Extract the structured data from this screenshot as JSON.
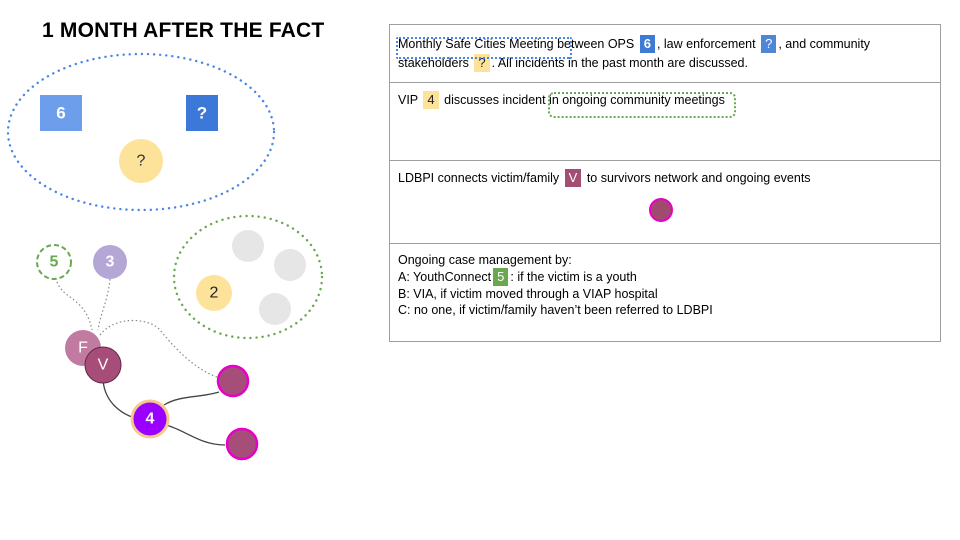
{
  "title": "1 MONTH AFTER THE FACT",
  "diagram": {
    "nodes": {
      "ops": "6",
      "law": "?",
      "stakeholder": "?",
      "youthconnect": "5",
      "node3": "3",
      "node2": "2",
      "family": "F",
      "victim": "V",
      "vip": "4"
    }
  },
  "table": {
    "row1": {
      "t1": "Monthly Safe Cities Meeting between OPS",
      "b1": "6",
      "t2": ", law enforcement",
      "b2": "?",
      "t3": ", and community stakeholders",
      "b3": "?",
      "t4": ". All incidents in the past month are discussed."
    },
    "row2": {
      "t1": "VIP",
      "b1": "4",
      "t2": "discusses incident in ongoing community meetings"
    },
    "row3": {
      "t1": "LDBPI connects victim/family",
      "b1": "V",
      "t2": "to survivors network and ongoing events"
    },
    "row4": {
      "heading": "Ongoing case management by:",
      "a1": "A: YouthConnect",
      "a_badge": "5",
      "a2": ": if the victim is a youth",
      "b": "B: VIA, if victim moved through a VIAP hospital",
      "c": "C: no one, if victim/family haven’t been referred to LDBPI"
    }
  },
  "colors": {
    "blue_dots": "#4a86e8",
    "green_dots": "#6aa84f",
    "blue_square": "#6d9eeb",
    "dark_blue_square": "#3c78d8",
    "yellow": "#fde29a",
    "purple": "#b4a7d6",
    "pink": "#c27ba0",
    "maroon": "#a64d79",
    "violet": "#9900ff",
    "magenta_border": "#e800c8",
    "gray": "#e6e6e6"
  }
}
